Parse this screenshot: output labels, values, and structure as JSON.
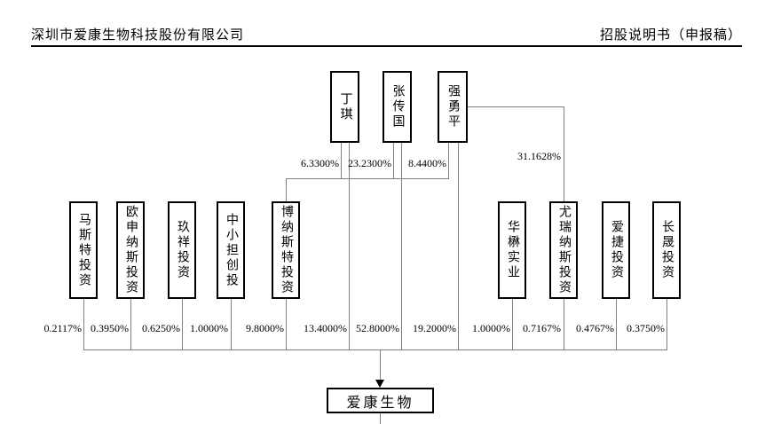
{
  "header": {
    "company_title": "深圳市爱康生物科技股份有限公司",
    "doc_label": "招股说明书（申报稿）"
  },
  "diagram": {
    "individuals": [
      {
        "name": "丁琪"
      },
      {
        "name": "张传国"
      },
      {
        "name": "强勇平"
      }
    ],
    "intermediate_stakes": [
      {
        "holder": "丁琪",
        "target": "博纳斯特投资",
        "pct": "6.3300%"
      },
      {
        "holder": "张传国",
        "target": "博纳斯特投资",
        "pct": "23.2300%"
      },
      {
        "holder": "强勇平",
        "target": "博纳斯特投资",
        "pct": "8.4400%"
      },
      {
        "holder": "强勇平",
        "target": "尤瑞纳斯投资",
        "pct": "31.1628%"
      }
    ],
    "entity_shareholders": [
      {
        "name": "马斯特投资"
      },
      {
        "name": "欧申纳斯投资"
      },
      {
        "name": "玖祥投资"
      },
      {
        "name": "中小担创投"
      },
      {
        "name": "博纳斯特投资"
      },
      {
        "name": "华楙实业"
      },
      {
        "name": "尤瑞纳斯投资"
      },
      {
        "name": "爱捷投资"
      },
      {
        "name": "长晟投资"
      }
    ],
    "direct_stakes": [
      {
        "holder": "马斯特投资",
        "pct": "0.2117%"
      },
      {
        "holder": "欧申纳斯投资",
        "pct": "0.3950%"
      },
      {
        "holder": "玖祥投资",
        "pct": "0.6250%"
      },
      {
        "holder": "中小担创投",
        "pct": "1.0000%"
      },
      {
        "holder": "博纳斯特投资",
        "pct": "9.8000%"
      },
      {
        "holder": "丁琪",
        "pct": "13.4000%"
      },
      {
        "holder": "张传国",
        "pct": "52.8000%"
      },
      {
        "holder": "强勇平",
        "pct": "19.2000%"
      },
      {
        "holder": "华楙实业",
        "pct": "1.0000%"
      },
      {
        "holder": "尤瑞纳斯投资",
        "pct": "0.7167%"
      },
      {
        "holder": "爱捷投资",
        "pct": "0.4767%"
      },
      {
        "holder": "长晟投资",
        "pct": "0.3750%"
      }
    ],
    "company": {
      "name": "爱康生物"
    }
  },
  "colors": {
    "line": "#808080",
    "border": "#000000",
    "text": "#000000"
  }
}
